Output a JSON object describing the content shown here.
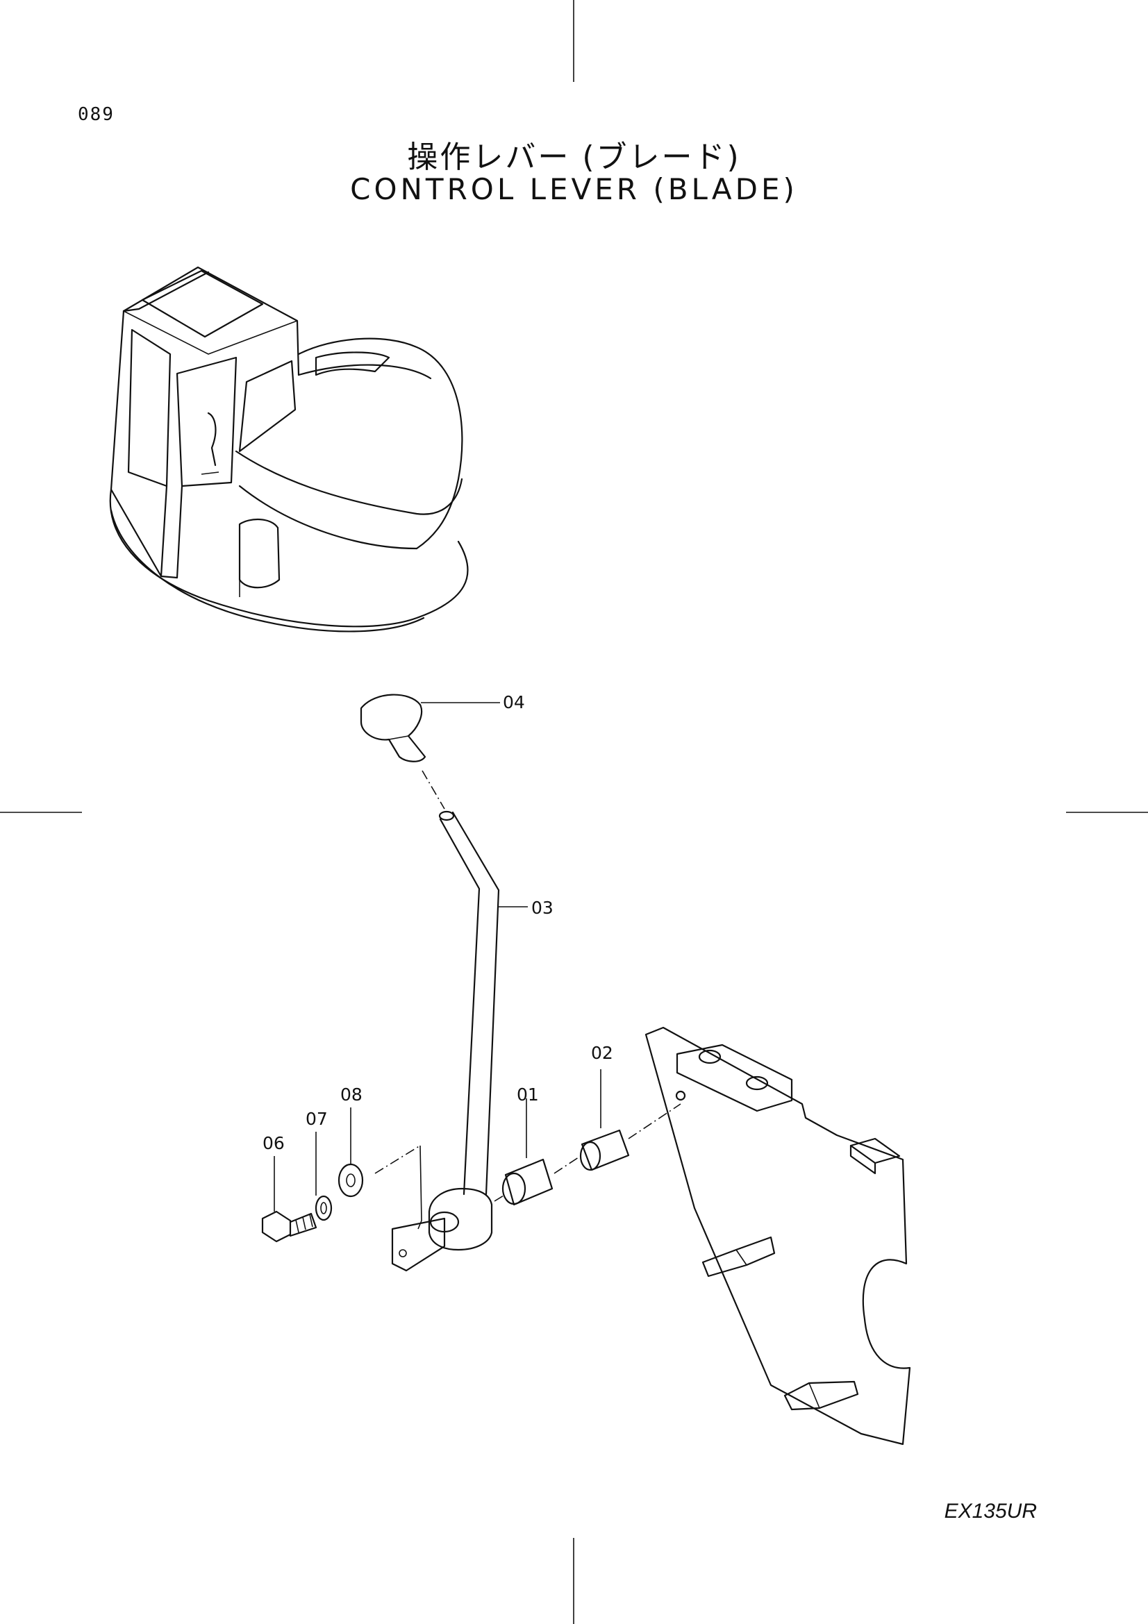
{
  "page": {
    "number": "089",
    "model": "EX135UR"
  },
  "title": {
    "japanese": "操作レバー (ブレード)",
    "english": "CONTROL LEVER (BLADE)"
  },
  "parts": [
    {
      "id": "01"
    },
    {
      "id": "02"
    },
    {
      "id": "03"
    },
    {
      "id": "04"
    },
    {
      "id": "06"
    },
    {
      "id": "07"
    },
    {
      "id": "08"
    }
  ]
}
